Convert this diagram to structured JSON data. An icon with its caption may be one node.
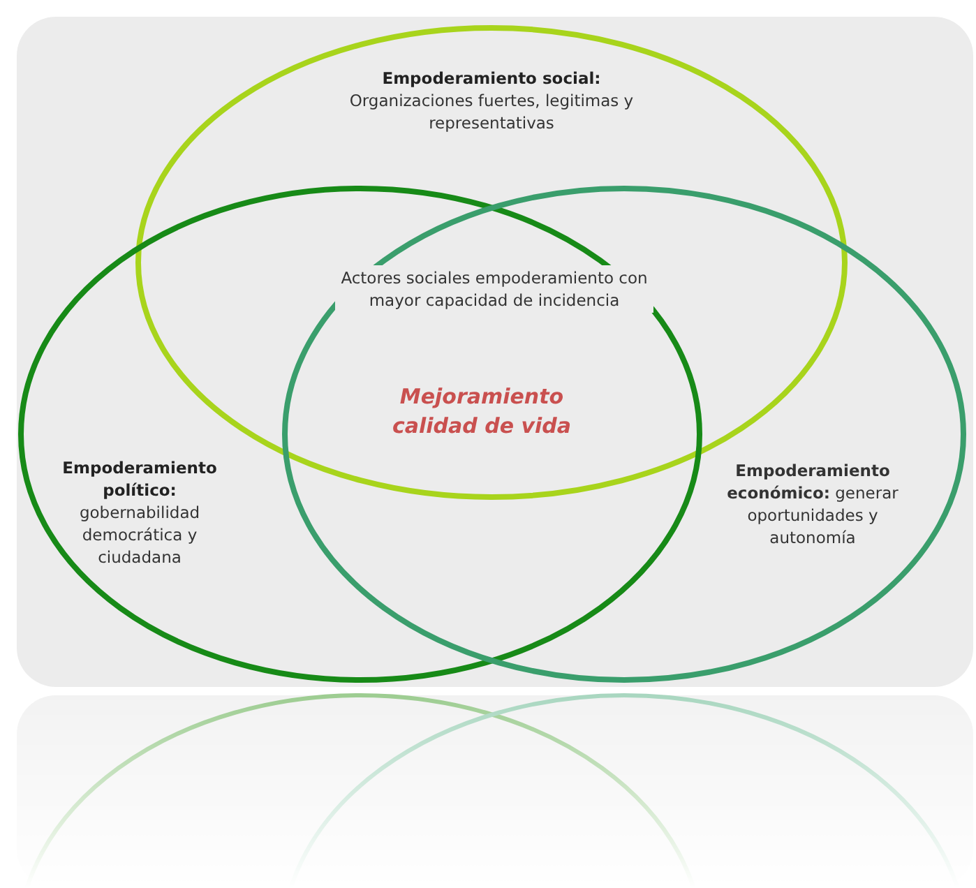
{
  "diagram": {
    "nodes": [
      {
        "text": [
          "Empoderamiento social:",
          "Organizaciones fuertes, legitimas y representativas"
        ]
      },
      {
        "text": [
          "Empoderamiento político:",
          "gobernabilidad democrática y ciudadana"
        ]
      },
      {
        "text": [
          "**Empoderamiento económico:** generar oportunidades y autonomía"
        ]
      }
    ],
    "labels": [
      "Actores sociales empoderamiento con mayor capacidad de incidencia",
      "Mejoramiento calidad de vida"
    ]
  }
}
